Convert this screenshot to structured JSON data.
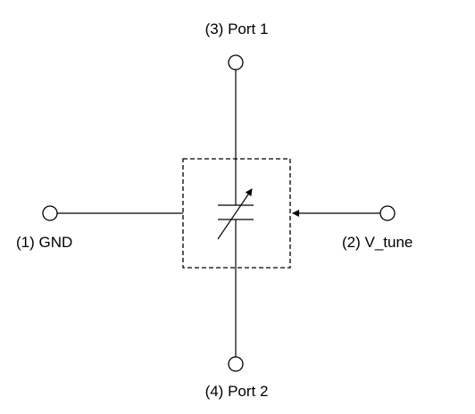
{
  "ports": {
    "gnd": {
      "label": "(1) GND"
    },
    "v_tune": {
      "label": "(2) V_tune"
    },
    "port1": {
      "label": "(3) Port 1"
    },
    "port2": {
      "label": "(4) Port 2"
    }
  },
  "component": {
    "type": "variable-capacitor"
  },
  "colors": {
    "line": "#000000",
    "background": "#ffffff"
  }
}
